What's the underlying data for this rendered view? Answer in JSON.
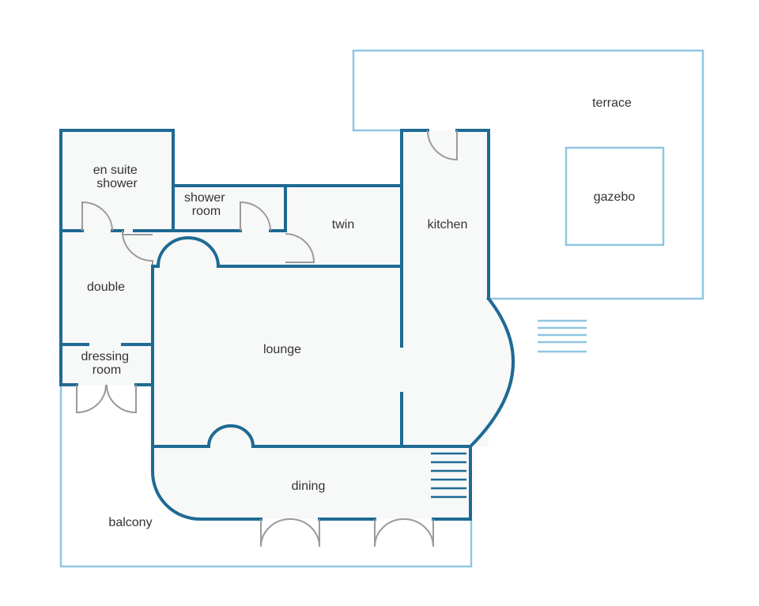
{
  "colors": {
    "wall": "#1e6a94",
    "outdoor": "#8fc6e2",
    "floor": "#f7f8f8",
    "door": "#9a9a9a",
    "label": "#333333"
  },
  "rooms": {
    "en_suite_shower": [
      "en suite",
      "shower"
    ],
    "shower_room": [
      "shower",
      "room"
    ],
    "twin": "twin",
    "kitchen": "kitchen",
    "double": "double",
    "dressing_room": [
      "dressing",
      "room"
    ],
    "lounge": "lounge",
    "dining": "dining"
  },
  "outdoor": {
    "terrace": "terrace",
    "gazebo": "gazebo",
    "balcony": "balcony"
  }
}
